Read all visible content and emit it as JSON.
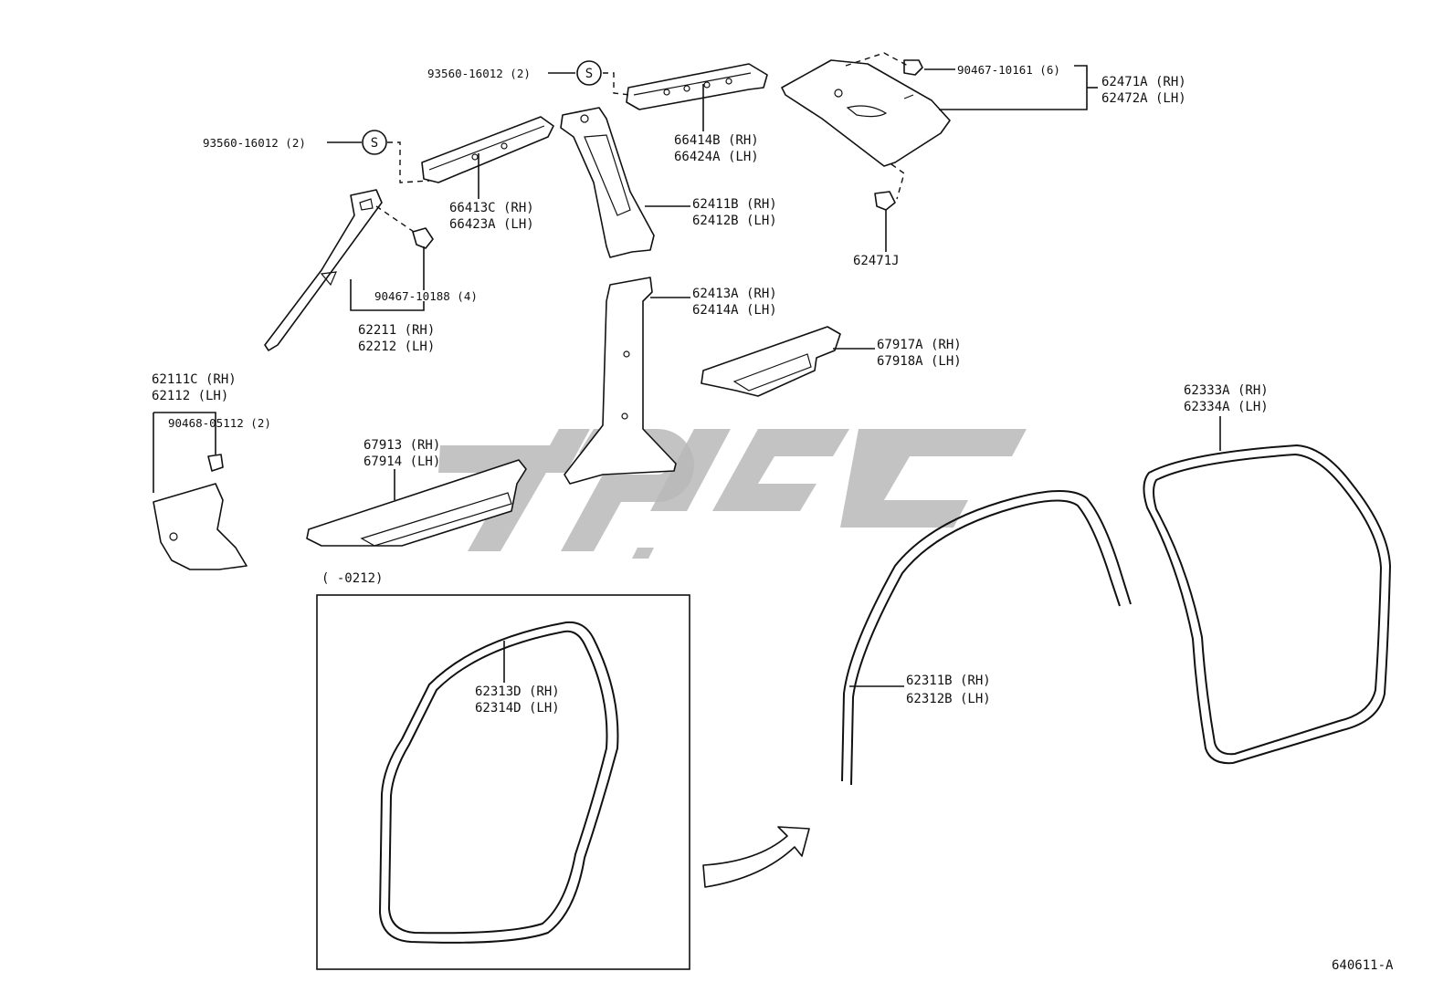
{
  "diagram": {
    "inset_range": "(       -0212)",
    "drawing_number": "640611-A",
    "s_symbol": "S",
    "labels": {
      "p93560_top": "93560-16012 (2)",
      "p93560_left": "93560-16012 (2)",
      "p90467_10161": "90467-10161 (6)",
      "p62471A": "62471A (RH)",
      "p62472A": "62472A (LH)",
      "p66414B": "66414B (RH)",
      "p66424A": "66424A (LH)",
      "p66413C": "66413C (RH)",
      "p66423A": "66423A (LH)",
      "p62411B": "62411B (RH)",
      "p62412B": "62412B (LH)",
      "p62471J": "62471J",
      "p90467_10188": "90467-10188 (4)",
      "p62211": "62211 (RH)",
      "p62212": "62212 (LH)",
      "p62413A": "62413A (RH)",
      "p62414A": "62414A (LH)",
      "p67917A": "67917A (RH)",
      "p67918A": "67918A (LH)",
      "p62111C": "62111C (RH)",
      "p62112": "62112   (LH)",
      "p90468": "90468-05112 (2)",
      "p67913": "67913 (RH)",
      "p67914": "67914 (LH)",
      "p62333A": "62333A (RH)",
      "p62334A": "62334A (LH)",
      "p62313D": "62313D (RH)",
      "p62314D": "62314D (LH)",
      "p62311B": "62311B (RH)",
      "p62312B": "62312B (LH)"
    }
  }
}
